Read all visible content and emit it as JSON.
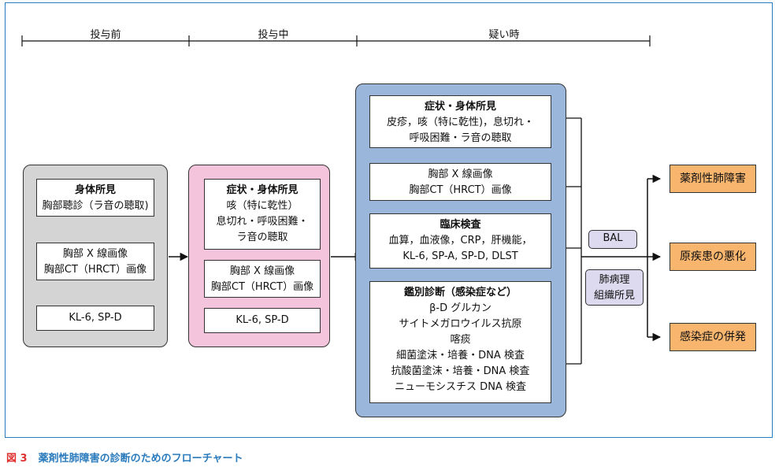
{
  "timeline": {
    "phases": [
      "投与前",
      "投与中",
      "疑い時"
    ]
  },
  "before": {
    "box1": {
      "title": "身体所見",
      "lines": [
        "胸部聴診（ラ音の聴取)"
      ]
    },
    "box2": {
      "lines": [
        "胸部 X 線画像",
        "胸部CT（HRCT）画像"
      ]
    },
    "box3": {
      "lines": [
        "KL-6, SP-D"
      ]
    }
  },
  "during": {
    "box1": {
      "title": "症状・身体所見",
      "lines": [
        "咳（特に乾性）",
        "息切れ・呼吸困難・",
        "ラ音の聴取"
      ]
    },
    "box2": {
      "lines": [
        "胸部 X 線画像",
        "胸部CT（HRCT）画像"
      ]
    },
    "box3": {
      "lines": [
        "KL-6, SP-D"
      ]
    }
  },
  "suspected": {
    "box1": {
      "title": "症状・身体所見",
      "lines": [
        "皮疹，咳（特に乾性)，息切れ・",
        "呼吸困難・ラ音の聴取"
      ]
    },
    "box2": {
      "lines": [
        "胸部 X 線画像",
        "胸部CT（HRCT）画像"
      ]
    },
    "box3": {
      "title": "臨床検査",
      "lines": [
        "血算，血液像，CRP，肝機能，",
        "KL-6, SP-A, SP-D, DLST"
      ]
    },
    "box4": {
      "title": "鑑別診断（感染症など）",
      "lines": [
        "β-D グルカン",
        "サイトメガロウイルス抗原",
        "喀痰",
        "細菌塗沫・培養・DNA 検査",
        "抗酸菌塗沫・培養・DNA 検査",
        "ニューモシスチス DNA 検査"
      ]
    }
  },
  "tests": {
    "bal": "BAL",
    "pathology": [
      "肺病理",
      "組織所見"
    ]
  },
  "outcomes": [
    "薬剤性肺障害",
    "原疾患の悪化",
    "感染症の併発"
  ],
  "caption": {
    "figure": "図 3",
    "text": "薬剤性肺障害の診断のためのフローチャート"
  },
  "colors": {
    "frame": "#2a7bbd",
    "grey_group": "#d4d4d4",
    "pink_group": "#f4c4dc",
    "blue_group": "#9bb6db",
    "test_pill": "#ddd9ee",
    "outcome": "#f7b56e",
    "caption_figure": "#e0312f",
    "caption_text": "#2a7bbd"
  }
}
